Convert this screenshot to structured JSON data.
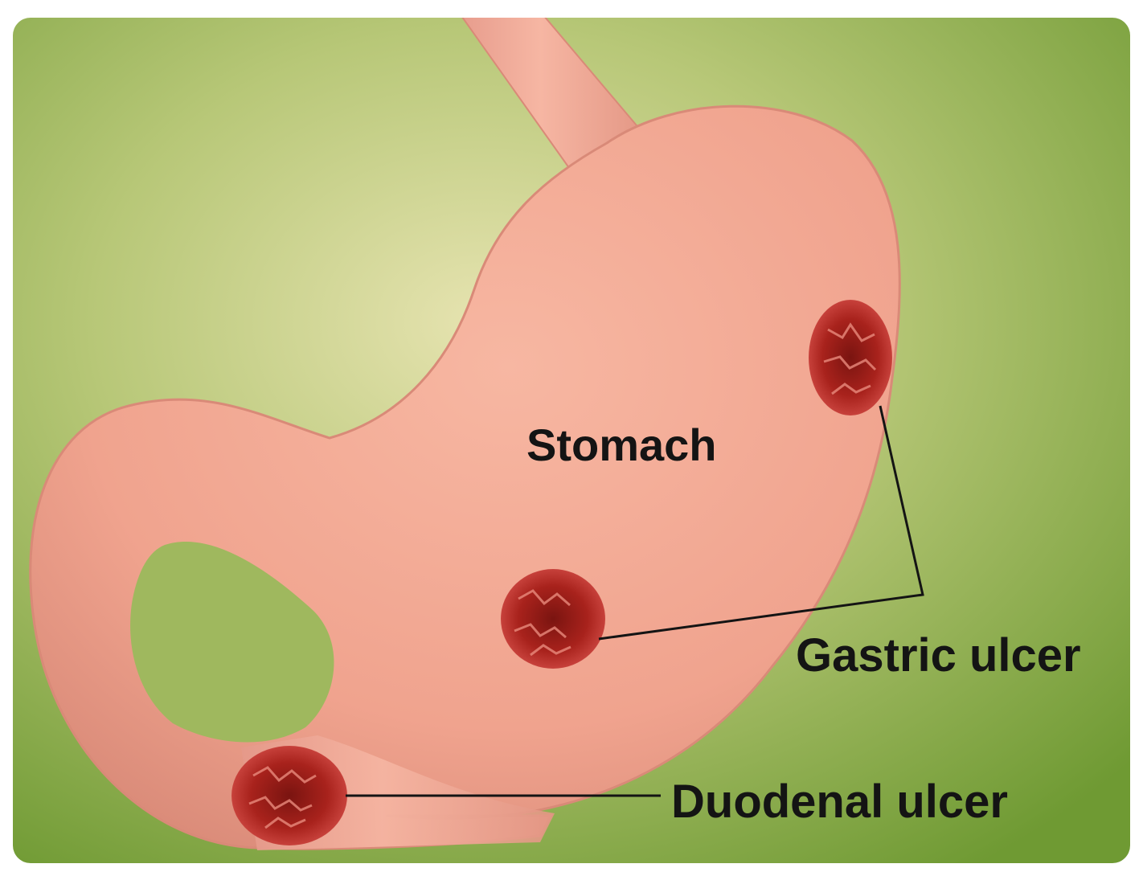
{
  "illustration": {
    "subject": "stomach-with-ulcers",
    "labels": {
      "stomach": "Stomach",
      "gastric_ulcer": "Gastric ulcer",
      "duodenal_ulcer": "Duodenal ulcer"
    },
    "colors": {
      "background_center": "#e6e3b0",
      "background_edge": "#6f9a33",
      "tissue": "#f2a995",
      "tissue_shadow": "#d98a78",
      "ulcer_dark": "#7a1410",
      "ulcer_mid": "#a8221c",
      "ulcer_light": "#d8574e",
      "leader_line": "#141414"
    }
  }
}
